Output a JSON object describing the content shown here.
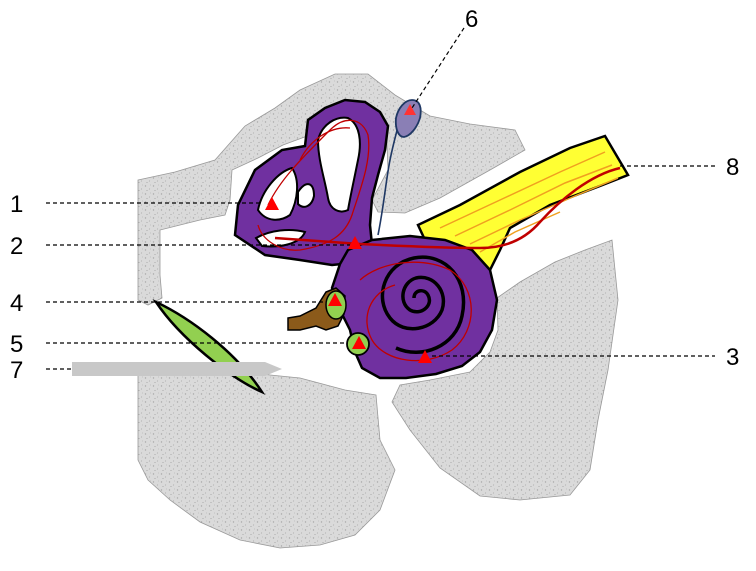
{
  "labels": [
    {
      "id": "1",
      "text": "1"
    },
    {
      "id": "2",
      "text": "2"
    },
    {
      "id": "3",
      "text": "3"
    },
    {
      "id": "4",
      "text": "4"
    },
    {
      "id": "5",
      "text": "5"
    },
    {
      "id": "6",
      "text": "6"
    },
    {
      "id": "7",
      "text": "7"
    },
    {
      "id": "8",
      "text": "8"
    }
  ],
  "colors": {
    "bone": "#d9d9d9",
    "labyrinth": "#7030a0",
    "nerve": "#ffff33",
    "nerve_fiber": "#f0a020",
    "vessel": "#c00000",
    "membrane": "#92d050",
    "ossicle": "#8b5a1a",
    "marker": "#ff0000",
    "arrow": "#c8c8c8",
    "duct": "#1f3864"
  }
}
